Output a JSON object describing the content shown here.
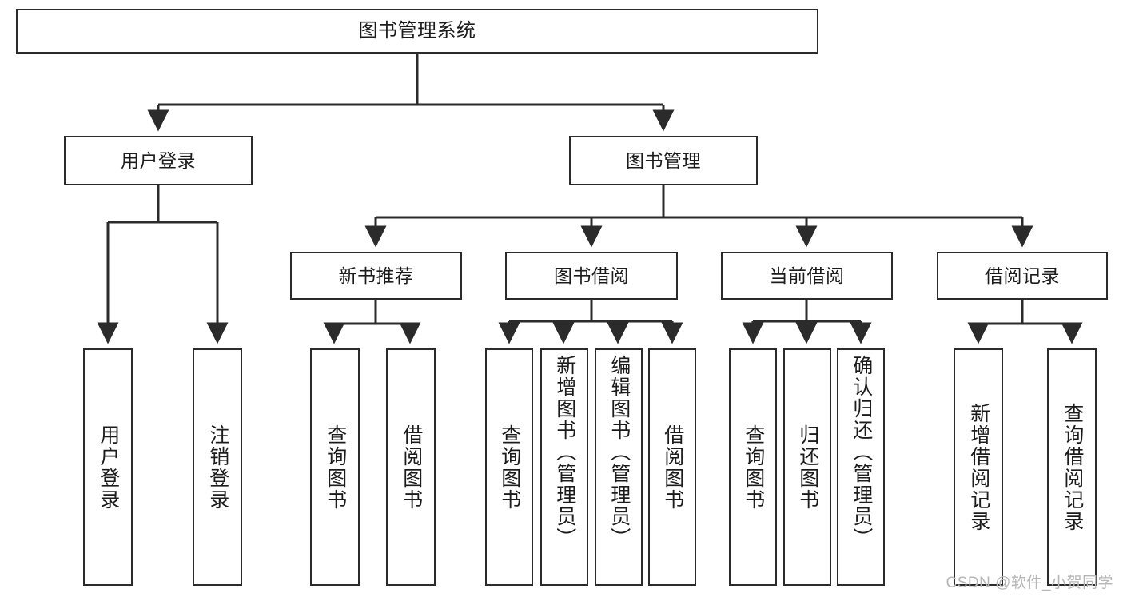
{
  "diagram": {
    "title": "图书管理系统",
    "type": "tree",
    "watermark": "CSDN @软件_小贺同学",
    "colors": {
      "box_border": "#2b2b2b",
      "box_fill": "#ffffff",
      "connector": "#2b2b2b",
      "text": "#1c1c1c",
      "watermark": "#b6b6b6",
      "background": "#ffffff"
    },
    "levels": {
      "root": {
        "label": "图书管理系统"
      },
      "level2": [
        {
          "id": "user-login",
          "label": "用户登录"
        },
        {
          "id": "book-management",
          "label": "图书管理"
        }
      ],
      "level3": [
        {
          "id": "new-book-recommend",
          "label": "新书推荐"
        },
        {
          "id": "book-borrow",
          "label": "图书借阅"
        },
        {
          "id": "current-borrow",
          "label": "当前借阅"
        },
        {
          "id": "borrow-record",
          "label": "借阅记录"
        }
      ],
      "leaves": [
        {
          "id": "leaf-user-login",
          "label": "用户登录",
          "parent": "user-login"
        },
        {
          "id": "leaf-logout",
          "label": "注销登录",
          "parent": "user-login"
        },
        {
          "id": "leaf-query-book-1",
          "label": "查询图书",
          "parent": "new-book-recommend"
        },
        {
          "id": "leaf-borrow-book-1",
          "label": "借阅图书",
          "parent": "new-book-recommend"
        },
        {
          "id": "leaf-query-book-2",
          "label": "查询图书",
          "parent": "book-borrow"
        },
        {
          "id": "leaf-add-book",
          "label": "新增图书（管理员）",
          "parent": "book-borrow"
        },
        {
          "id": "leaf-edit-book",
          "label": "编辑图书（管理员）",
          "parent": "book-borrow"
        },
        {
          "id": "leaf-borrow-book-2",
          "label": "借阅图书",
          "parent": "book-borrow"
        },
        {
          "id": "leaf-query-book-3",
          "label": "查询图书",
          "parent": "current-borrow"
        },
        {
          "id": "leaf-return-book",
          "label": "归还图书",
          "parent": "current-borrow"
        },
        {
          "id": "leaf-confirm-return",
          "label": "确认归还（管理员）",
          "parent": "current-borrow"
        },
        {
          "id": "leaf-add-record",
          "label": "新增借阅记录",
          "parent": "borrow-record"
        },
        {
          "id": "leaf-query-record",
          "label": "查询借阅记录",
          "parent": "borrow-record"
        }
      ]
    }
  }
}
